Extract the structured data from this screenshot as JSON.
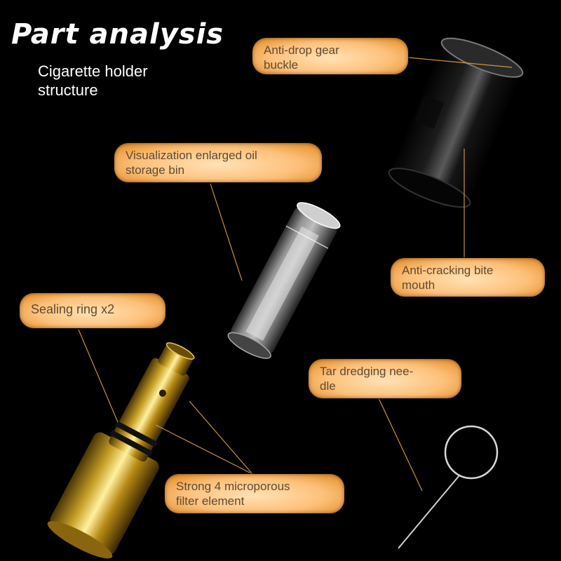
{
  "header": {
    "title": "Part analysis",
    "subtitle_line1": "Cigarette holder",
    "subtitle_line2": "structure"
  },
  "callouts": {
    "anti_drop": {
      "line1": "Anti-drop gear",
      "line2": "buckle"
    },
    "oil_bin": {
      "line1": "Visualization enlarged oil",
      "line2": "storage bin"
    },
    "bite_mouth": {
      "line1": "Anti-cracking bite",
      "line2": "mouth"
    },
    "sealing_ring": {
      "line1": "Sealing ring x2"
    },
    "tar_needle": {
      "line1": "Tar dredging nee-",
      "line2": "dle"
    },
    "filter": {
      "line1": "Strong 4 microporous",
      "line2": "filter element"
    }
  },
  "colors": {
    "background": "#000000",
    "pill_center": "#ffe2b4",
    "pill_edge": "#e99a3d",
    "label_text": "#5e4a32",
    "leader_line": "#d9a24a",
    "gold_part": "#c9a227"
  }
}
